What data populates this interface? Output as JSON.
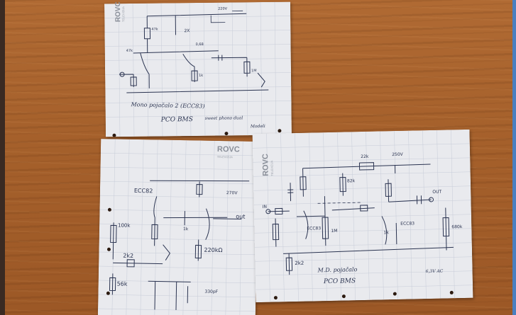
{
  "sheet_top": {
    "logo": "ROVC",
    "logo_sub": "TELEVIZIJA",
    "labels": {
      "l1": "47k",
      "l2": "220V",
      "l3": "2X",
      "l4": "47k",
      "l5": "1k",
      "l6": "0,68",
      "l7": "1M"
    },
    "caption": "Mono pojačalo 2 (ECC83)",
    "signature": "PCO BMS",
    "note": "sweet phono dual",
    "note2": "Modeli"
  },
  "sheet_left": {
    "logo": "ROVC",
    "logo_sub": "TELEVIZIJA",
    "labels": {
      "l1": "ECC82",
      "l2": "100k",
      "l3": "2k2",
      "l4": "56k",
      "l5": "220kΩ",
      "l6": "out",
      "l7": "270V",
      "l8": "1k",
      "l9": "330pF"
    }
  },
  "sheet_right": {
    "logo": "ROVC",
    "logo_sub": "TELEVIZIJA",
    "labels": {
      "l1": "22k",
      "l2": "250V",
      "l3": "82k",
      "l4": "ECC83",
      "l5": "ECC83",
      "l6": "1M",
      "l7": "680k",
      "l8": "2k2",
      "l9": "1k",
      "l10": "OUT",
      "l11": "IN"
    },
    "caption": "M.D. pojačalo",
    "signature": "PCO BMS",
    "note": "6,3V AC"
  },
  "colors": {
    "wood": "#a5602b",
    "paper": "#e9eaee",
    "ink": "#2a3350"
  }
}
